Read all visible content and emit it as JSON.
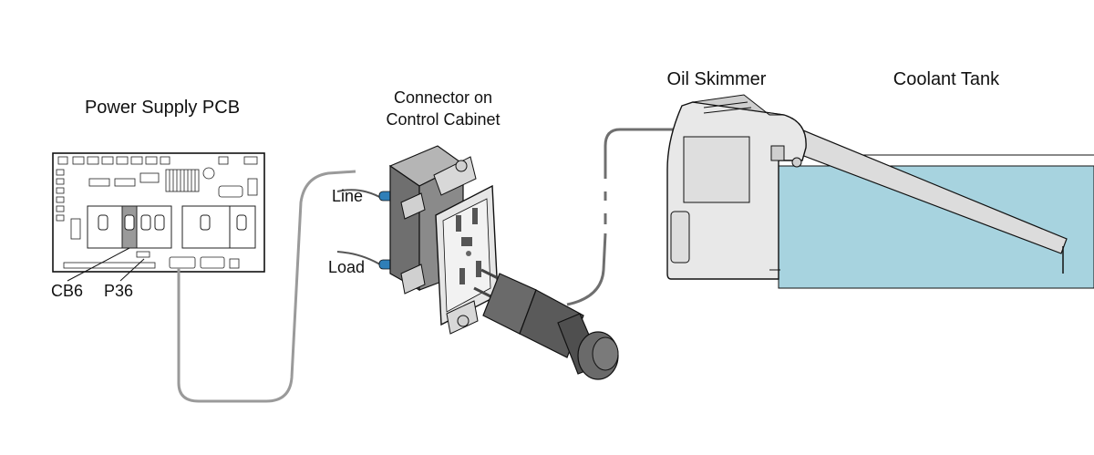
{
  "labels": {
    "power_supply_pcb": "Power Supply PCB",
    "connector_line1": "Connector on",
    "connector_line2": "Control Cabinet",
    "oil_skimmer": "Oil Skimmer",
    "coolant_tank": "Coolant Tank",
    "line": "Line",
    "load": "Load",
    "cb6": "CB6",
    "p36": "P36"
  },
  "colors": {
    "cable": "#9a9a9a",
    "device_dark": "#6f6f6f",
    "device_light": "#e6e6e6",
    "plug": "#6a6a6a",
    "coolant": "#a7d3df",
    "skimmer_body": "#e8e8e8",
    "wire_cap": "#2f7fb8"
  }
}
